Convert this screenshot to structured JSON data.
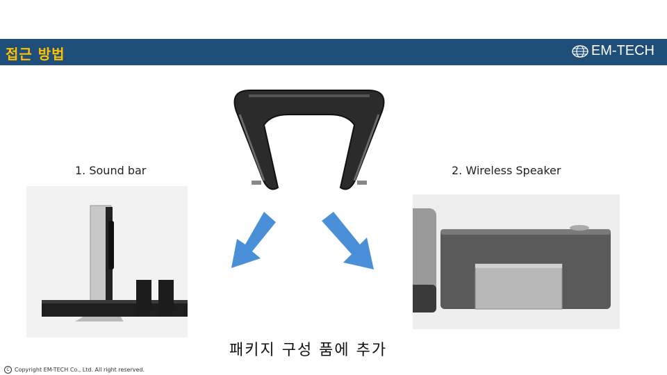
{
  "header": {
    "title": "접근 방법",
    "brand": "EM-TECH",
    "bar_color": "#1f4e79",
    "title_color": "#ffc000"
  },
  "options": [
    {
      "label": "1. Sound bar",
      "icon": "soundbar-photo"
    },
    {
      "label": "2. Wireless Speaker",
      "icon": "wireless-speaker-photo"
    }
  ],
  "center_product": {
    "icon": "neckband-speaker-photo"
  },
  "caption": "패키지 구성 품에 추가",
  "arrows": {
    "color": "#4a90d9",
    "icons": [
      "arrow-down-left-icon",
      "arrow-down-right-icon"
    ]
  },
  "footer": {
    "copyright": "Copyright EM-TECH Co., Ltd. All right reserved."
  }
}
